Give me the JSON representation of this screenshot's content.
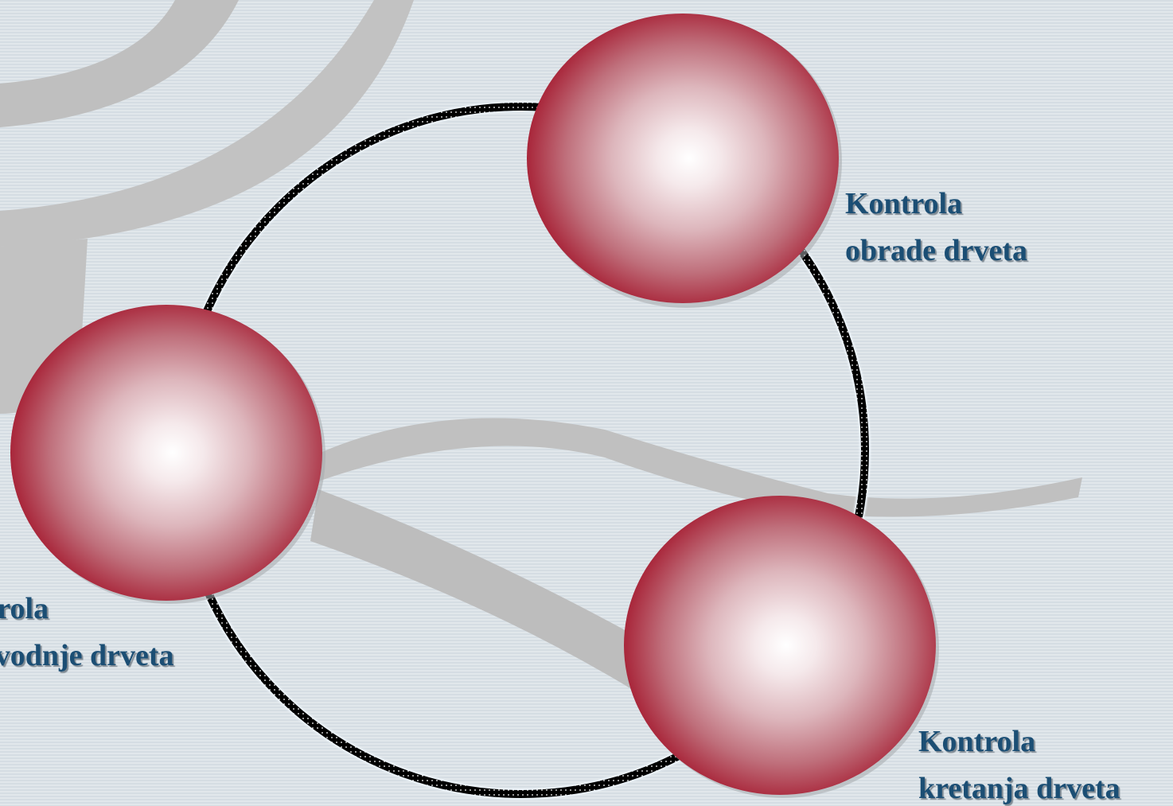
{
  "colors": {
    "background": "#dce3e8",
    "swoosh": "#bdbdbd",
    "ring_outer": "#000000",
    "ring_highlight": "#e9f2f9",
    "sphere_edge": "#a3142a",
    "sphere_mid": "#c98d96",
    "sphere_center": "#ffffff",
    "label_text": "#1b4e74"
  },
  "nodes": [
    {
      "id": "obrada",
      "line1": "Kontrola",
      "line2": "obrade drveta"
    },
    {
      "id": "kretanje",
      "line1": "Kontrola",
      "line2": "kretanja drveta"
    },
    {
      "id": "proizvodnja",
      "line1": "Kontrola",
      "line2": "proizvodnje drveta"
    }
  ]
}
